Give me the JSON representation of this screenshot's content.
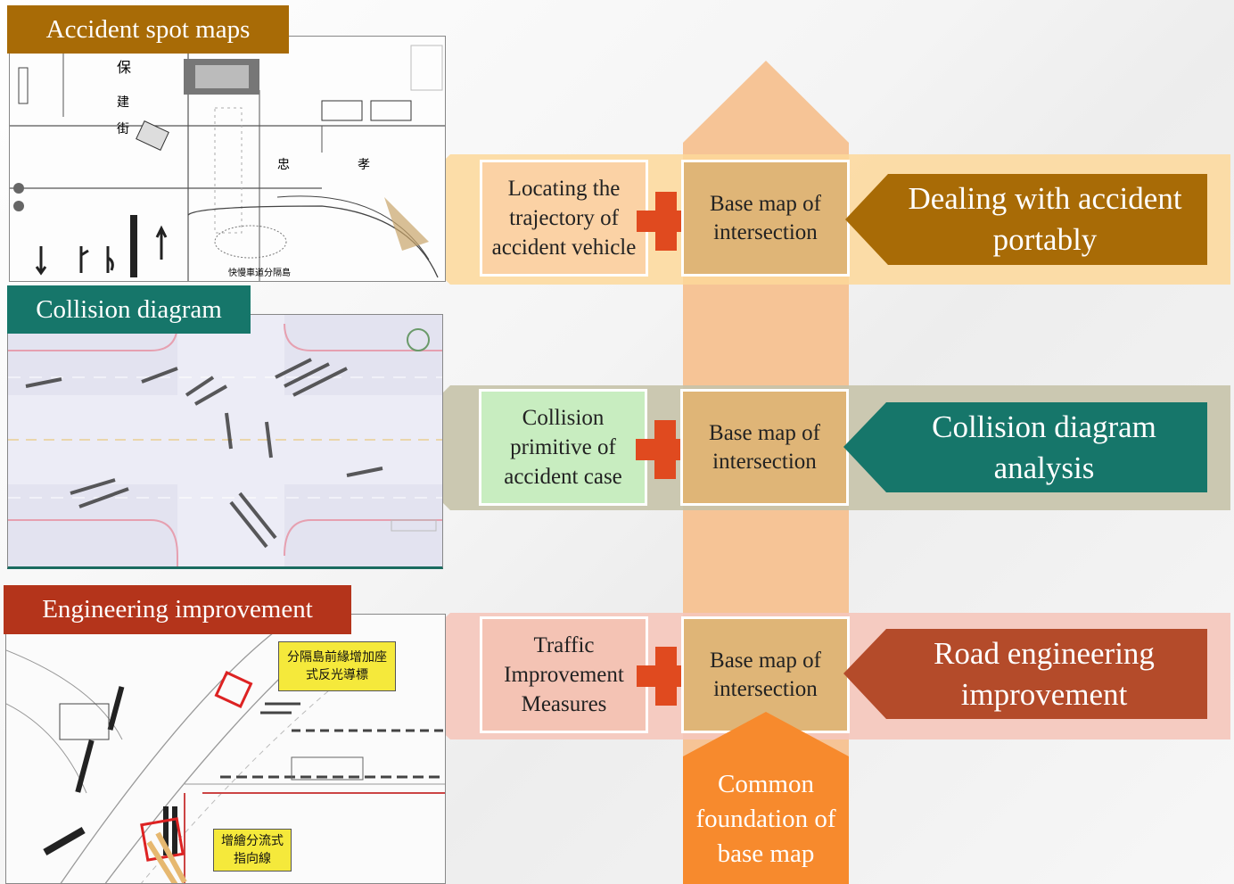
{
  "central_arrow": {
    "label": "Common foundation of base map"
  },
  "rows": [
    {
      "tab": "Accident spot maps",
      "item": "Locating the trajectory of accident vehicle",
      "base": "Base map of intersection",
      "result": "Dealing with accident portably"
    },
    {
      "tab": "Collision diagram",
      "item": "Collision primitive of accident case",
      "base": "Base map of intersection",
      "result": "Collision diagram analysis"
    },
    {
      "tab": "Engineering improvement",
      "item": "Traffic Improvement Measures",
      "base": "Base map of intersection",
      "result": "Road engineering improvement"
    }
  ],
  "map_callouts": [
    "分隔島前緣增加座式反光導標",
    "增繪分流式指向線"
  ],
  "map_labels": [
    "保",
    "建",
    "街",
    "忠",
    "孝",
    "快慢車道分隔島"
  ],
  "colors": {
    "row1_band": "#fdd89a",
    "row1_result": "#a86b06",
    "row1_item": "#fbd2a5",
    "row2_band": "#c7c3aa",
    "row2_result": "#16766a",
    "row2_item": "#c8edc0",
    "row3_band": "#f5c6bb",
    "row3_result": "#b44b2a",
    "row3_item": "#f4c3b4",
    "central_arrow": "#f6c496",
    "base_box": "#dfb577",
    "common_arrow": "#f78a2d",
    "plus": "#e04a1f"
  }
}
